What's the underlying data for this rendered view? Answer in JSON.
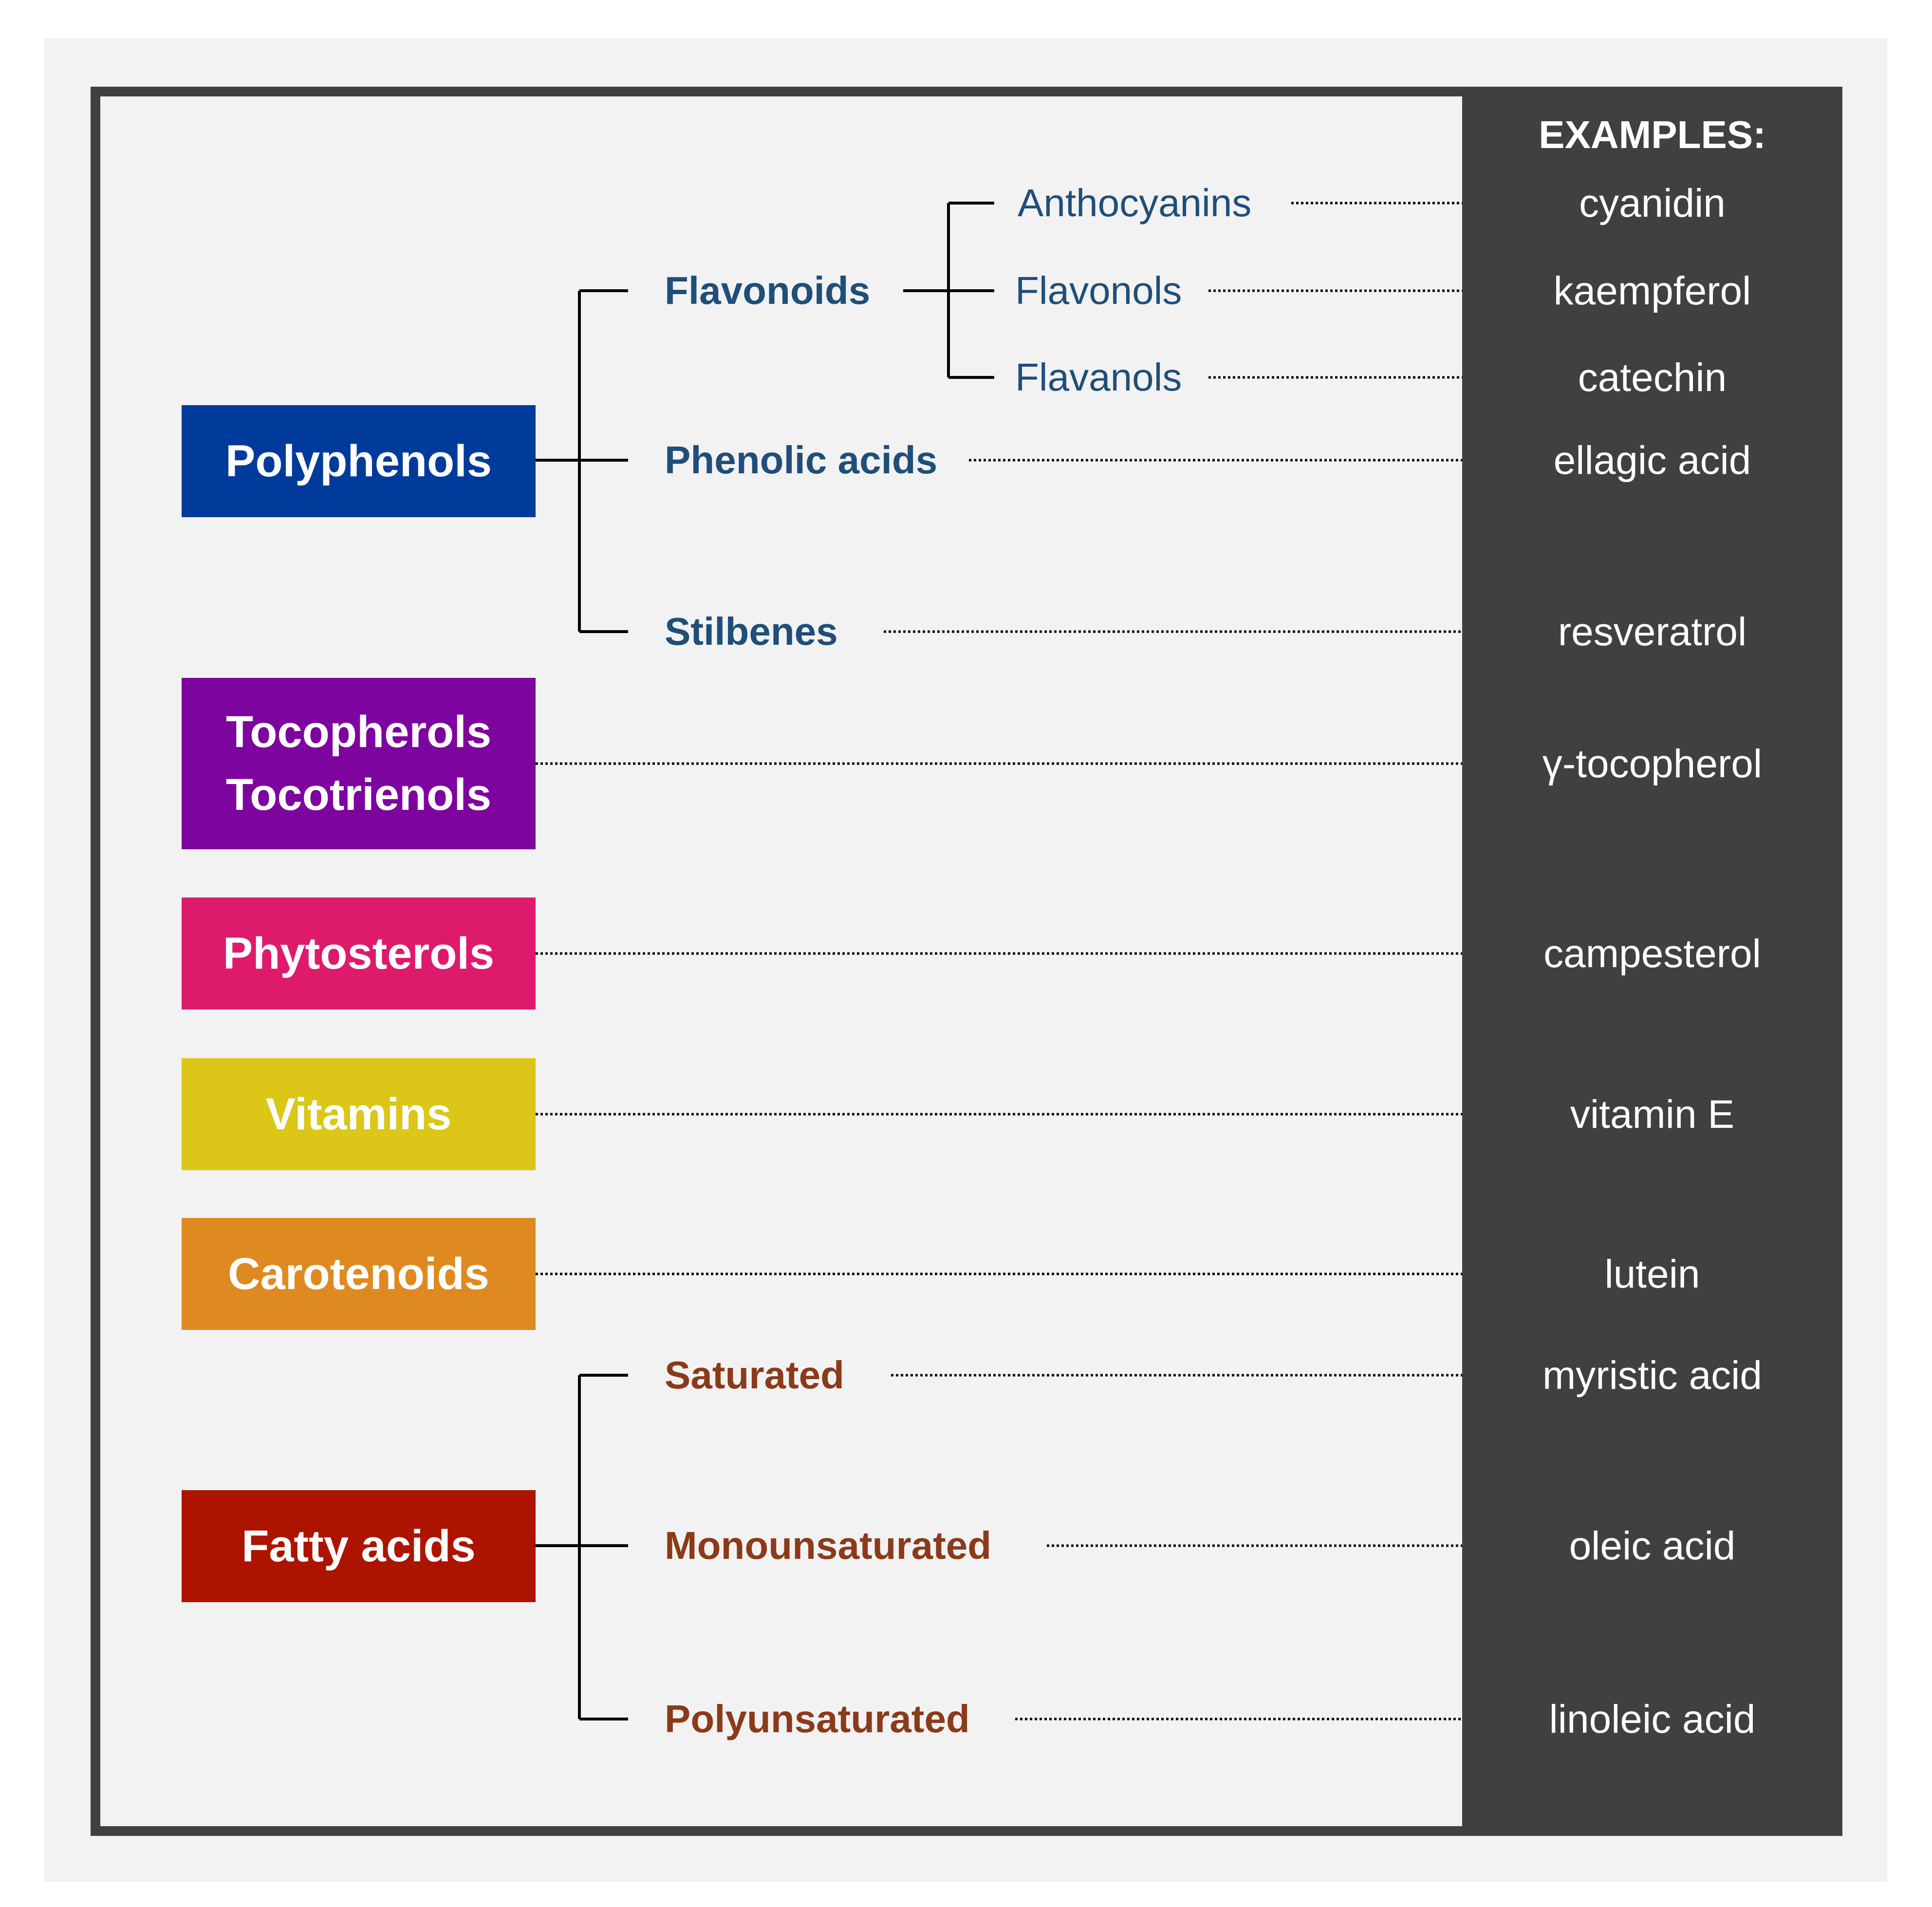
{
  "examples_heading": "EXAMPLES:",
  "categories": [
    {
      "id": "polyphenols",
      "label": "Polyphenols",
      "color": "#003b9c"
    },
    {
      "id": "tocopherols",
      "label": "Tocopherols Tocotrienols",
      "color": "#7e04a0"
    },
    {
      "id": "phytosterols",
      "label": "Phytosterols",
      "color": "#de1a6c"
    },
    {
      "id": "vitamins",
      "label": "Vitamins",
      "color": "#dcc618"
    },
    {
      "id": "carotenoids",
      "label": "Carotenoids",
      "color": "#df8a20"
    },
    {
      "id": "fatty_acids",
      "label": "Fatty acids",
      "color": "#ad1400"
    }
  ],
  "subcategories": {
    "flavonoids": "Flavonoids",
    "phenolic_acids": "Phenolic acids",
    "stilbenes": "Stilbenes",
    "anthocyanins": "Anthocyanins",
    "flavonols": "Flavonols",
    "flavanols": "Flavanols",
    "saturated": "Saturated",
    "monounsaturated": "Monounsaturated",
    "polyunsaturated": "Polyunsaturated"
  },
  "examples": {
    "anthocyanins": "cyanidin",
    "flavonols": "kaempferol",
    "flavanols": "catechin",
    "phenolic_acids": "ellagic acid",
    "stilbenes": "resveratrol",
    "tocopherols": "γ-tocopherol",
    "phytosterols": "campesterol",
    "vitamins": "vitamin E",
    "carotenoids": "lutein",
    "saturated": "myristic acid",
    "monounsaturated": "oleic acid",
    "polyunsaturated": "linoleic acid"
  },
  "colors": {
    "subcategory_blue": "#1f4e79",
    "subcategory_red": "#8b3a1a",
    "panel": "#404040",
    "background": "#f2f2f2"
  }
}
